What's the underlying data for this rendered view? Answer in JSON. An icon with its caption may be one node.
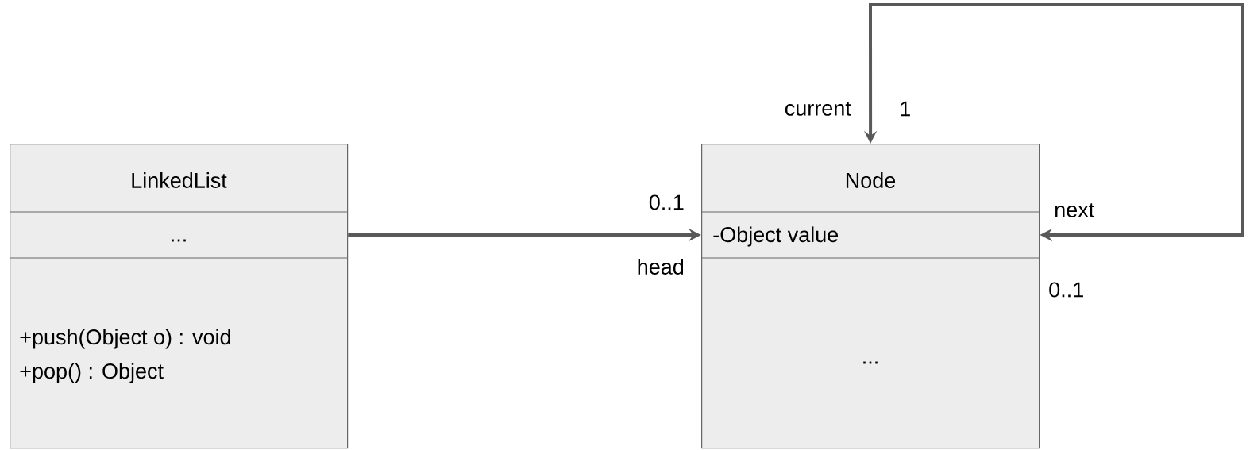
{
  "diagram": {
    "nodes": [
      {
        "text": [
          "LinkedList",
          "...",
          "+push(Object o) : void",
          "+pop() : Object"
        ]
      },
      {
        "text": [
          "Node",
          "-Object value",
          "..."
        ]
      }
    ],
    "edges": [
      {
        "from": 0,
        "to": 1,
        "arrow": "to"
      },
      {
        "from": 1,
        "to": 1,
        "arrow": "both"
      }
    ],
    "labels": [
      "current",
      "1",
      "0..1",
      "head",
      "next",
      "0..1"
    ]
  }
}
